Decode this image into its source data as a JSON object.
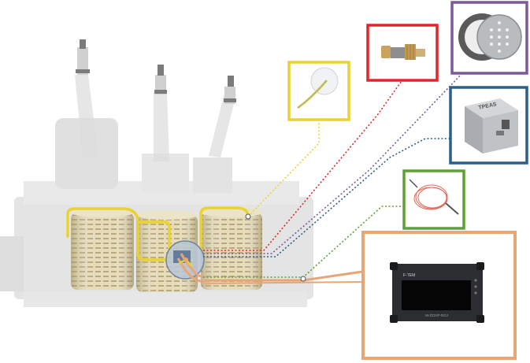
{
  "scene": {
    "subject": "power-transformer-monitoring",
    "sensors": [
      {
        "id": "optical-fiber-temperature-probe",
        "border_color": "#e8d331",
        "icon": "fiber-probe-icon"
      },
      {
        "id": "moisture-sensor",
        "border_color": "#e0262d",
        "icon": "threaded-sensor-icon"
      },
      {
        "id": "uhf-pd-sensor-plate",
        "border_color": "#7b5a9a",
        "icon": "flange-plate-icon"
      },
      {
        "id": "junction-box",
        "border_color": "#2c5f8a",
        "icon": "steel-enclosure-icon"
      },
      {
        "id": "fiber-cable",
        "border_color": "#5fa033",
        "icon": "coiled-cable-icon"
      },
      {
        "id": "monitoring-unit",
        "border_color": "#e8a677",
        "icon": "display-device-icon"
      }
    ]
  },
  "device_labels": {
    "enclosure_brand": "TPEAS",
    "screen_top": "F-TEM",
    "screen_bottom": "M-ZZ24F-DGJ"
  },
  "colors": {
    "winding": "#d9cfae",
    "tank": "#d7d7d7",
    "yellow": "#e8d331",
    "red": "#e0262d",
    "purple": "#7b5a9a",
    "blue": "#2c5f8a",
    "green": "#5fa033",
    "orange": "#e8a677"
  }
}
